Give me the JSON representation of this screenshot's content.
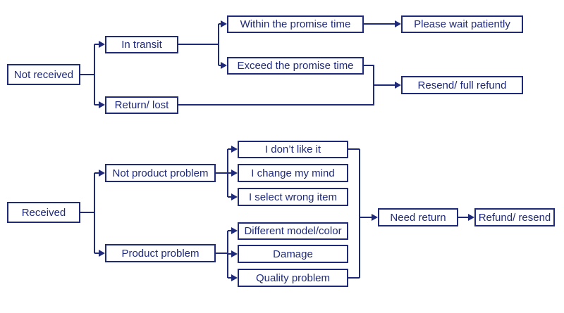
{
  "colors": {
    "line": "#1f2a7a",
    "text": "#1f2a7a",
    "background": "#ffffff"
  },
  "not_received": {
    "root": "Not received",
    "in_transit": "In transit",
    "return_lost": "Return/ lost",
    "within_promise": "Within the promise time",
    "exceed_promise": "Exceed the promise time",
    "wait_patiently": "Please wait patiently",
    "resend_full_refund": "Resend/ full refund"
  },
  "received": {
    "root": "Received",
    "not_product_problem": "Not product problem",
    "product_problem": "Product problem",
    "dont_like": "I don’t like it",
    "change_mind": "I change my mind",
    "wrong_item": "I select wrong item",
    "different_model": "Different model/color",
    "damage": "Damage",
    "quality_problem": "Quality problem",
    "need_return": "Need return",
    "refund_resend": "Refund/ resend"
  }
}
